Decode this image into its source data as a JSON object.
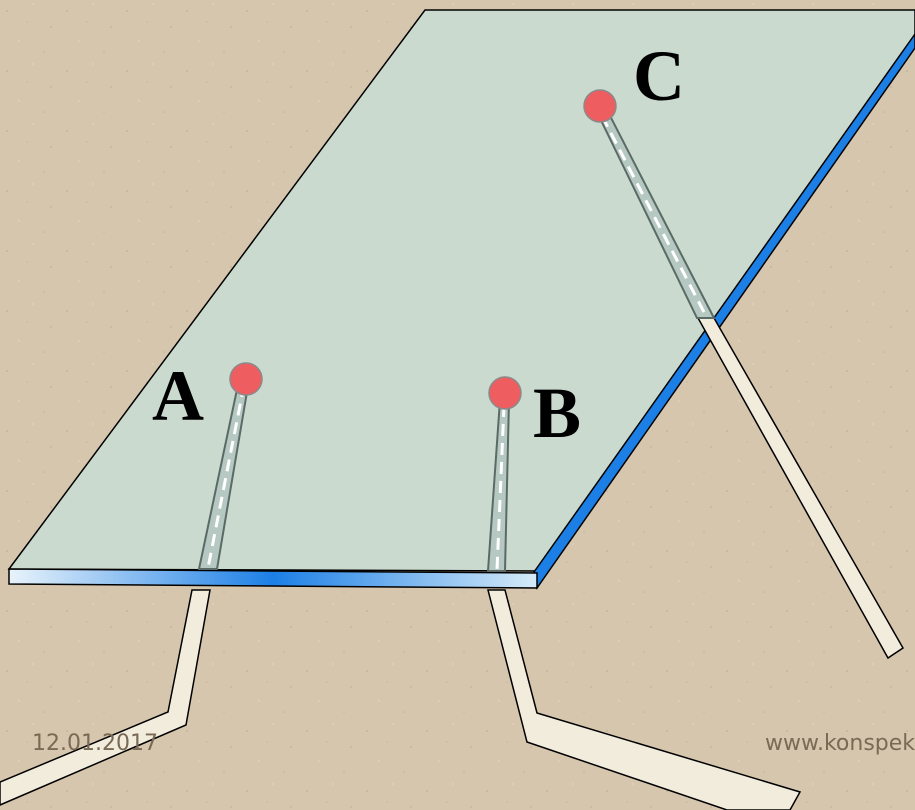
{
  "labels": {
    "a": "A",
    "b": "B",
    "c": "C"
  },
  "footer": {
    "date": "12.01.2017",
    "site": "www.konspek"
  },
  "colors": {
    "background": "#d6c6ae",
    "plane_fill": "#c9ddd4",
    "edge_blue": "#1c7fe6",
    "pin_head": "#ee5e61",
    "leg_fill": "#f2ecdd"
  }
}
